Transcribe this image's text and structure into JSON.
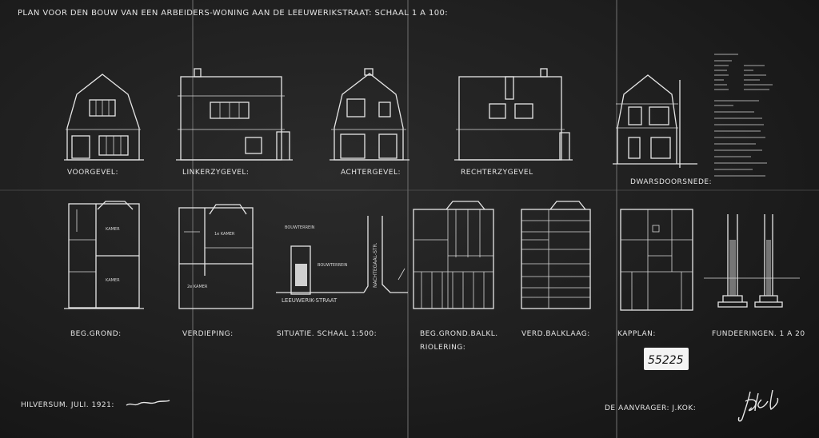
{
  "title": "PLAN VOOR DEN BOUW VAN EEN ARBEIDERS-WONING AAN DE LEEUWERIKSTRAAT: SCHAAL 1 A 100:",
  "elevations": [
    {
      "label": "VOORGEVEL:"
    },
    {
      "label": "LINKERZYGEVEL:"
    },
    {
      "label": "ACHTERGEVEL:"
    },
    {
      "label": "RECHTERZYGEVEL"
    },
    {
      "label": "DWARSDOORSNEDE:"
    }
  ],
  "plans": {
    "beg_grond": {
      "label": "BEG.GROND:",
      "rooms": [
        "KAMER",
        "KAMER"
      ]
    },
    "verdieping": {
      "label": "VERDIEPING:",
      "rooms": [
        "1e KAMER",
        "2e KAMER"
      ]
    },
    "situatie": {
      "label": "SITUATIE. SCHAAL 1:500:",
      "street_main": "LEEUWERIK-STRAAT",
      "street_side": "NACHTEGAAL-STR.",
      "plot": "BOUWTERREIN"
    },
    "beg_grond_balklaag": {
      "label": "BEG.GROND.BALKL.",
      "label2": "RIOLERING:"
    },
    "verd_balklaag": {
      "label": "VERD.BALKLAAG:"
    },
    "kapplan": {
      "label": "KAPPLAN:"
    },
    "funderingen": {
      "label": "FUNDEERINGEN. 1 A 20"
    }
  },
  "stamp": "55225",
  "footer": {
    "place_date": "HILVERSUM. JULI. 1921:",
    "applicant": "DE AANVRAGER: J.KOK:",
    "signature": "J.Kok"
  },
  "colors": {
    "background": "#1d1d1d",
    "lines": "#e6e6e6",
    "stamp": "#f4f4f4"
  }
}
